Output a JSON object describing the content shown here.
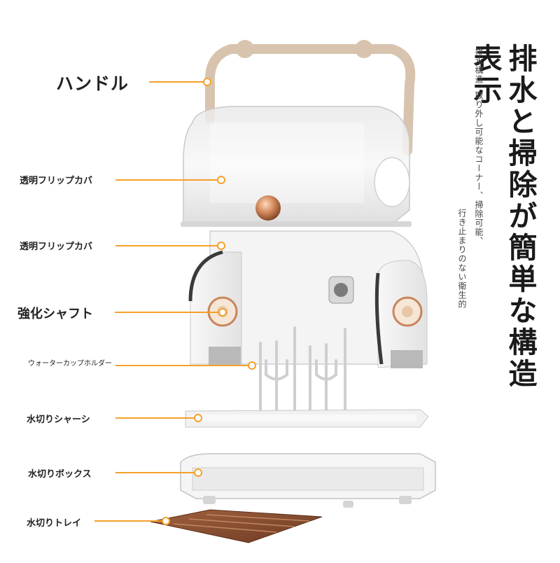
{
  "labels": {
    "handle": "ハンドル",
    "flip_cover_1": "透明フリップカバ",
    "flip_cover_2": "透明フリップカバ",
    "shaft": "強化シャフト",
    "cup_holder": "ウォーターカップホルダー",
    "drain_chassis": "水切りシャーシ",
    "drain_box": "水切りボックス",
    "drain_tray": "水切りトレイ"
  },
  "heading": {
    "title": "排水と掃除が簡単な構造表示",
    "line1": "排水構造、",
    "line2": "取り外し可能なコーナー、掃除可能、",
    "line3": "行き止まりのない衛生的"
  },
  "colors": {
    "accent_orange": "#f5a02a",
    "handle_beige": "#d8c4ae",
    "copper": "#c8855a",
    "tray_brown": "#8a4f34",
    "body_white": "#f4f4f4"
  }
}
